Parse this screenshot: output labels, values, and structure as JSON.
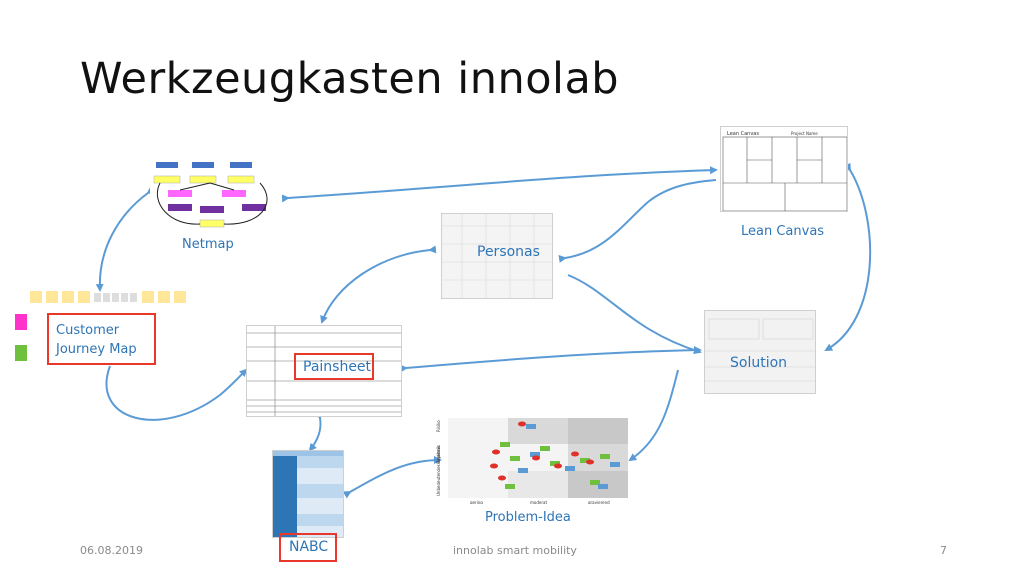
{
  "slide": {
    "title": "Werkzeugkasten innolab",
    "tools": {
      "netmap": "Netmap",
      "lean_canvas": "Lean Canvas",
      "personas": "Personas",
      "customer_journey_line1": "Customer",
      "customer_journey_line2": "Journey Map",
      "painsheet": "Painsheet",
      "solution": "Solution",
      "problem_idea": "Problem-Idea",
      "nabc": "NABC"
    },
    "lean_canvas_header": {
      "left": "Lean Canvas",
      "middle": "Project Name"
    },
    "problem_idea_axes": {
      "x_ticks": [
        "gering",
        "moderat",
        "gravierend"
      ],
      "y_ticks": [
        "Risiko",
        "Hindernis",
        "Unbedeutendes Ergebnis"
      ]
    },
    "footer": {
      "date": "06.08.2019",
      "center": "innolab smart mobility",
      "page": "7"
    }
  },
  "colors": {
    "accent_blue": "#2e75b6",
    "arrow_blue": "#5b9bd5",
    "highlight_red": "#e8382b"
  }
}
